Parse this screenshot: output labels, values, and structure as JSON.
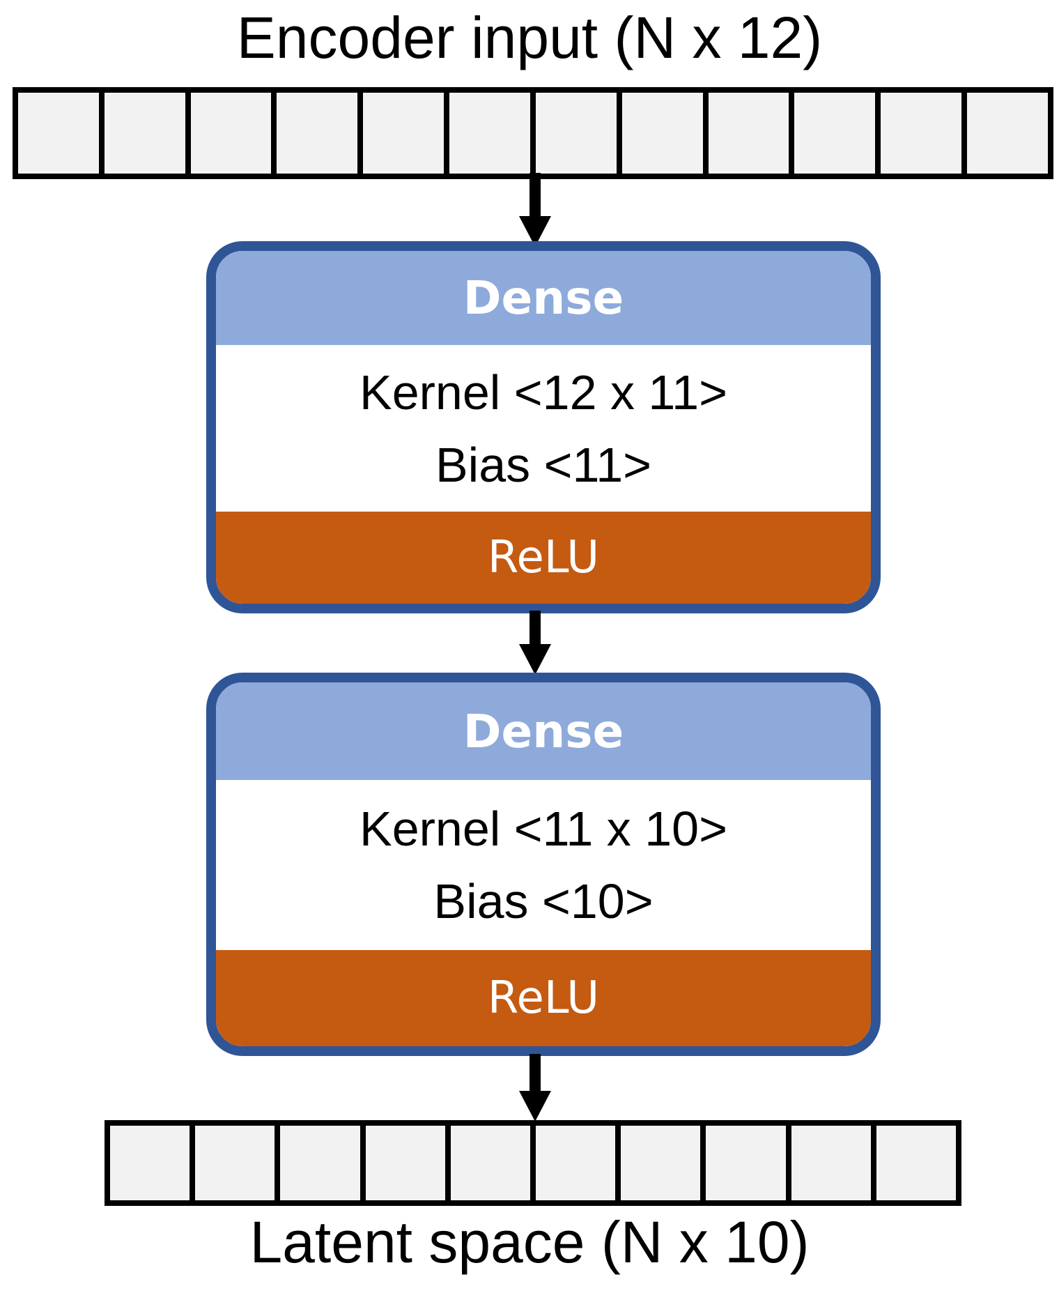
{
  "diagram": {
    "input": {
      "label": "Encoder input (N x 12)",
      "cells": 12
    },
    "output": {
      "label": "Latent space (N x 10)",
      "cells": 10
    },
    "layers": [
      {
        "title": "Dense",
        "params": [
          "Kernel <12 x 11>",
          "Bias <11>"
        ],
        "activation": "ReLU"
      },
      {
        "title": "Dense",
        "params": [
          "Kernel <11 x 10>",
          "Bias <10>"
        ],
        "activation": "ReLU"
      }
    ],
    "colors": {
      "box_border": "#2F5597",
      "layer_header_fill": "#8EAADB",
      "activation_fill": "#C55A11",
      "cell_fill": "#F2F2F2",
      "cell_border": "#000000",
      "arrow": "#000000",
      "header_text": "#FFFFFF",
      "body_text": "#000000"
    }
  }
}
